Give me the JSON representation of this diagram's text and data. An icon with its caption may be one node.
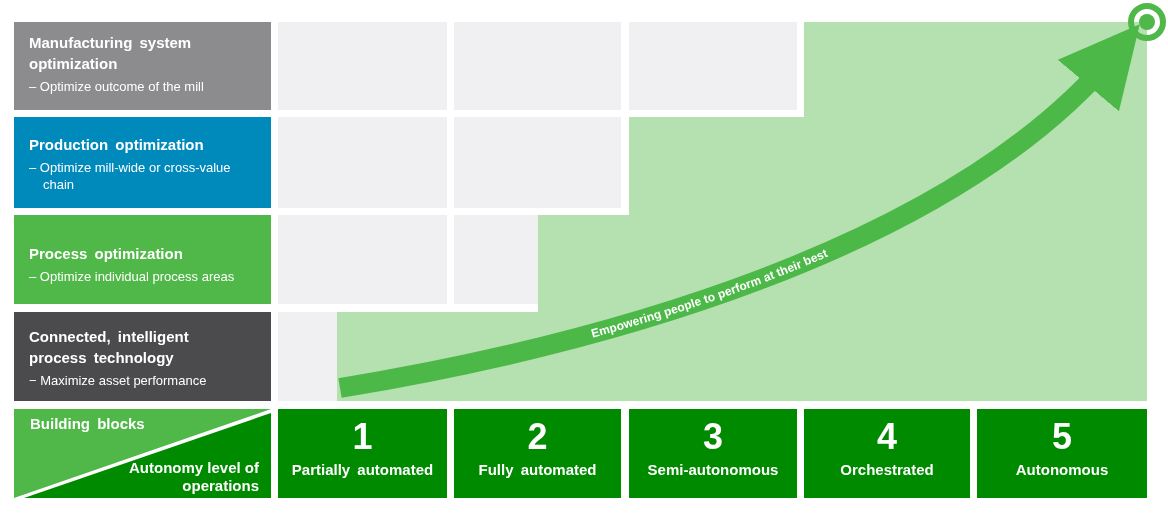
{
  "diagram": {
    "nodes": [
      {
        "text": [
          "Manufacturing system optimization",
          "– Optimize outcome of the mill"
        ]
      },
      {
        "text": [
          "Production optimization",
          "– Optimize mill-wide or cross-value chain"
        ]
      },
      {
        "text": [
          "Process optimization",
          "– Optimize individual process areas"
        ]
      },
      {
        "text": [
          "Connected, intelligent process technology",
          "− Maximize asset performance"
        ]
      },
      {
        "text": [
          "Building blocks",
          "Autonomy level of operations"
        ]
      },
      {
        "text": [
          "1",
          "Partially automated"
        ]
      },
      {
        "text": [
          "2",
          "Fully automated"
        ]
      },
      {
        "text": [
          "3",
          "Semi-autonomous"
        ]
      },
      {
        "text": [
          "4",
          "Orchestrated"
        ]
      },
      {
        "text": [
          "5",
          "Autonomous"
        ]
      },
      {
        "text": [],
        "shape": "circle"
      }
    ],
    "edges": [
      {
        "from": null,
        "to": 10,
        "arrow": "to",
        "label": "Empowering people to perform at their best"
      }
    ]
  }
}
